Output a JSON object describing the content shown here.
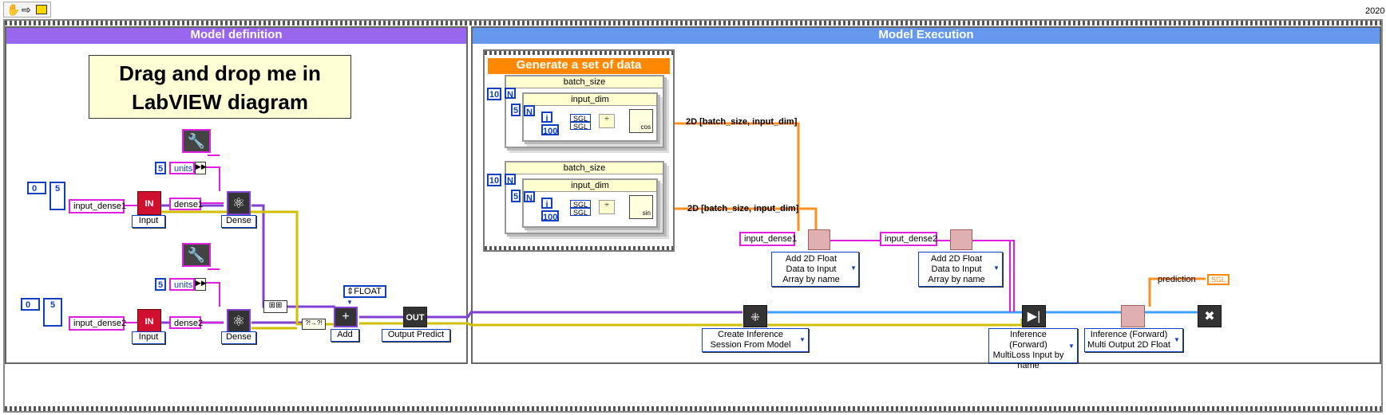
{
  "toolbar": {
    "year": "2020"
  },
  "sections": {
    "model_definition": "Model definition",
    "model_execution": "Model Execution"
  },
  "note": {
    "line1": "Drag and drop me in",
    "line2": "LabVIEW diagram"
  },
  "definition": {
    "const_units": "5",
    "units_label": "units",
    "array_index": "0",
    "array_value": "5",
    "input_name1": "input_dense1",
    "input_name2": "input_dense2",
    "layer_name1": "dense1",
    "layer_name2": "dense2",
    "in_label": "IN",
    "input_selector": "Input",
    "dense_selector": "Dense",
    "float_const": "FLOAT",
    "add_selector": "Add",
    "out_label": "OUT",
    "output_selector": "Output Predict"
  },
  "data_gen": {
    "title": "Generate a set of data",
    "n_const": "10",
    "n_label": "N",
    "inner_n": "5",
    "i_label": "i",
    "div_const": "100",
    "sgl": "SGL",
    "outer_loop_label": "batch_size",
    "inner_loop_label": "input_dim",
    "cos_label": "cos",
    "sin_label": "sin",
    "out_label": "2D [batch_size, input_dim]"
  },
  "execution": {
    "input_dense1": "input_dense1",
    "input_dense2": "input_dense2",
    "add_2d": "Add 2D Float Data to Input Array by name",
    "create_session": "Create Inference Session From Model",
    "inference_multiloss": "Inference (Forward) MultiLoss Input by name",
    "inference_multi_output": "Inference (Forward) Multi Output 2D Float",
    "prediction": "prediction",
    "sgl_indicator": "SGL"
  },
  "colors": {
    "purple_header": "#9966ee",
    "blue_header": "#6699ee",
    "orange_header": "#ff8800",
    "pink_wire": "#e020e0",
    "purple_wire": "#8040d0",
    "blue_wire": "#40a0ff",
    "orange_wire": "#ff9020",
    "yellow_wire": "#d0c000"
  }
}
